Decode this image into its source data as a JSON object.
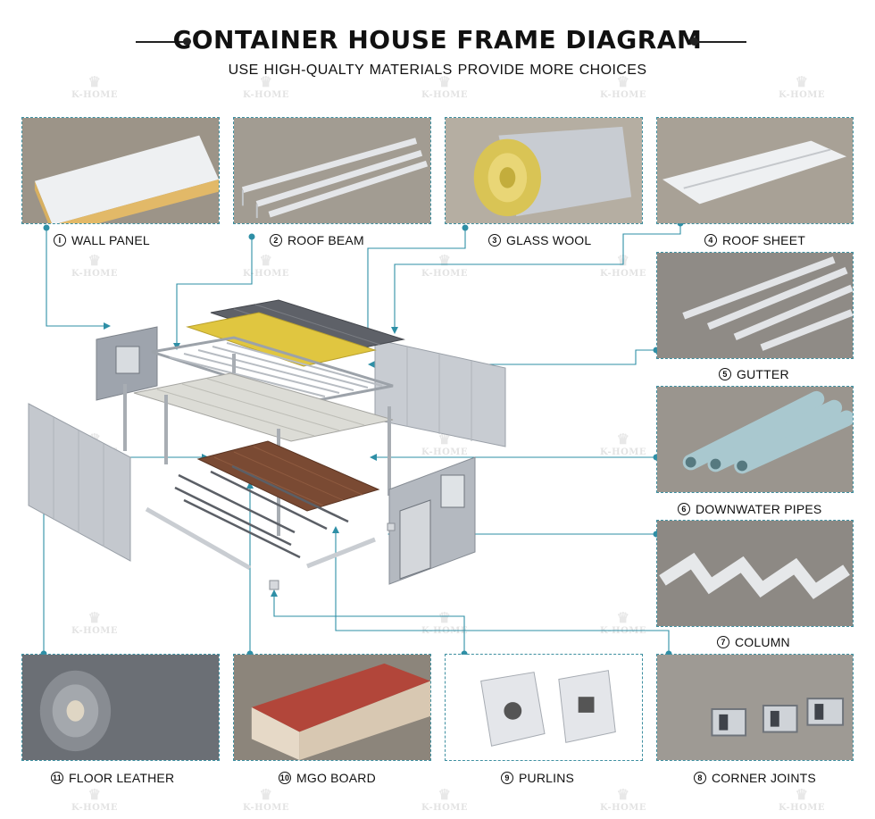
{
  "header": {
    "title": "CONTAINER HOUSE  FRAME DIAGRAM",
    "subtitle": "USE HIGH-QUALTY MATERIALS   PROVIDE MORE CHOICES"
  },
  "watermark": "K-HOME",
  "components": [
    {
      "num": "I",
      "name": "WALL PANEL"
    },
    {
      "num": "2",
      "name": "ROOF BEAM"
    },
    {
      "num": "3",
      "name": "GLASS WOOL"
    },
    {
      "num": "4",
      "name": "ROOF SHEET"
    },
    {
      "num": "5",
      "name": "GUTTER"
    },
    {
      "num": "6",
      "name": "DOWNWATER PIPES"
    },
    {
      "num": "7",
      "name": "COLUMN"
    },
    {
      "num": "8",
      "name": "CORNER JOINTS"
    },
    {
      "num": "9",
      "name": "PURLINS"
    },
    {
      "num": "10",
      "name": "MGO BOARD"
    },
    {
      "num": "11",
      "name": "FLOOR LEATHER"
    }
  ],
  "colors": {
    "connector": "#2e8fa6",
    "text": "#111111"
  }
}
